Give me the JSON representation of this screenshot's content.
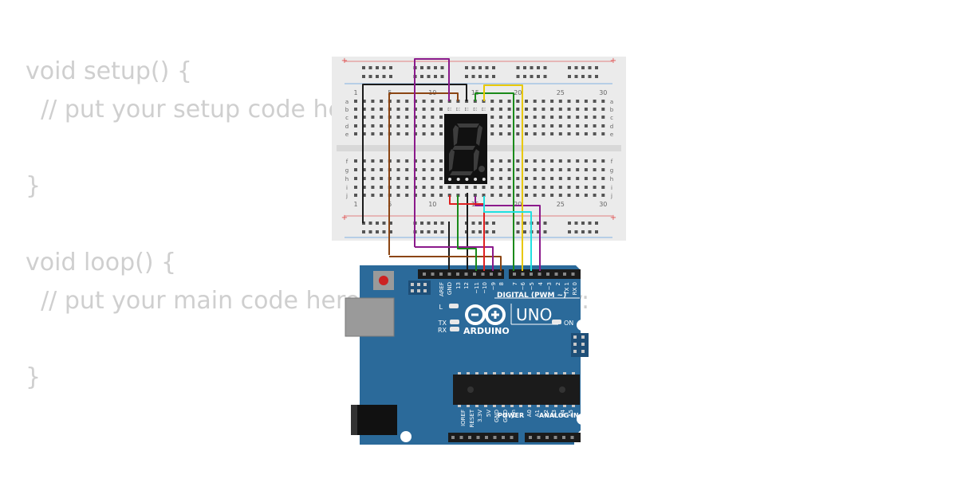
{
  "code_lines": [
    "void setup() {",
    "  // put your setup code here, to run once:",
    "",
    "}",
    "",
    "void loop() {",
    "  // put your main code here, to run repeatedly:",
    "",
    "}"
  ],
  "breadboard": {
    "col_labels_top": [
      "1",
      "5",
      "10",
      "15",
      "20",
      "25",
      "30"
    ],
    "col_labels_bottom": [
      "1",
      "5",
      "10",
      "15",
      "20",
      "25",
      "30"
    ],
    "row_labels_top": [
      "a",
      "b",
      "c",
      "d",
      "e"
    ],
    "row_labels_bottom": [
      "f",
      "g",
      "h",
      "i",
      "j"
    ],
    "rail_plus": "+",
    "rail_minus": "-"
  },
  "arduino": {
    "brand": "ARDUINO",
    "model": "UNO",
    "digital_label": "DIGITAL (PWM ~)",
    "power_label": "POWER",
    "analog_label": "ANALOG IN",
    "led_l": "L",
    "led_tx": "TX",
    "led_rx": "RX",
    "led_on": "ON",
    "header_pins_top": [
      "AREF",
      "GND",
      "13",
      "12",
      "~11",
      "~10",
      "~9",
      "8",
      "7",
      "~6",
      "~5",
      "4",
      "~3",
      "2",
      "TX 1",
      "RX 0"
    ],
    "header_pins_bottom": [
      "IOREF",
      "RESET",
      "3.3V",
      "5V",
      "GND",
      "GND",
      "Vin",
      "A0",
      "A1",
      "A2",
      "A3",
      "A4",
      "A5"
    ]
  },
  "colors": {
    "board_blue": "#2b6a9a",
    "wire_black": "#1a1a1a",
    "wire_brown": "#8b4513",
    "wire_purple": "#8b1a8b",
    "wire_red": "#e02020",
    "wire_green": "#1a8a1a",
    "wire_yellow": "#e8c800",
    "wire_cyan": "#20e0e0"
  }
}
